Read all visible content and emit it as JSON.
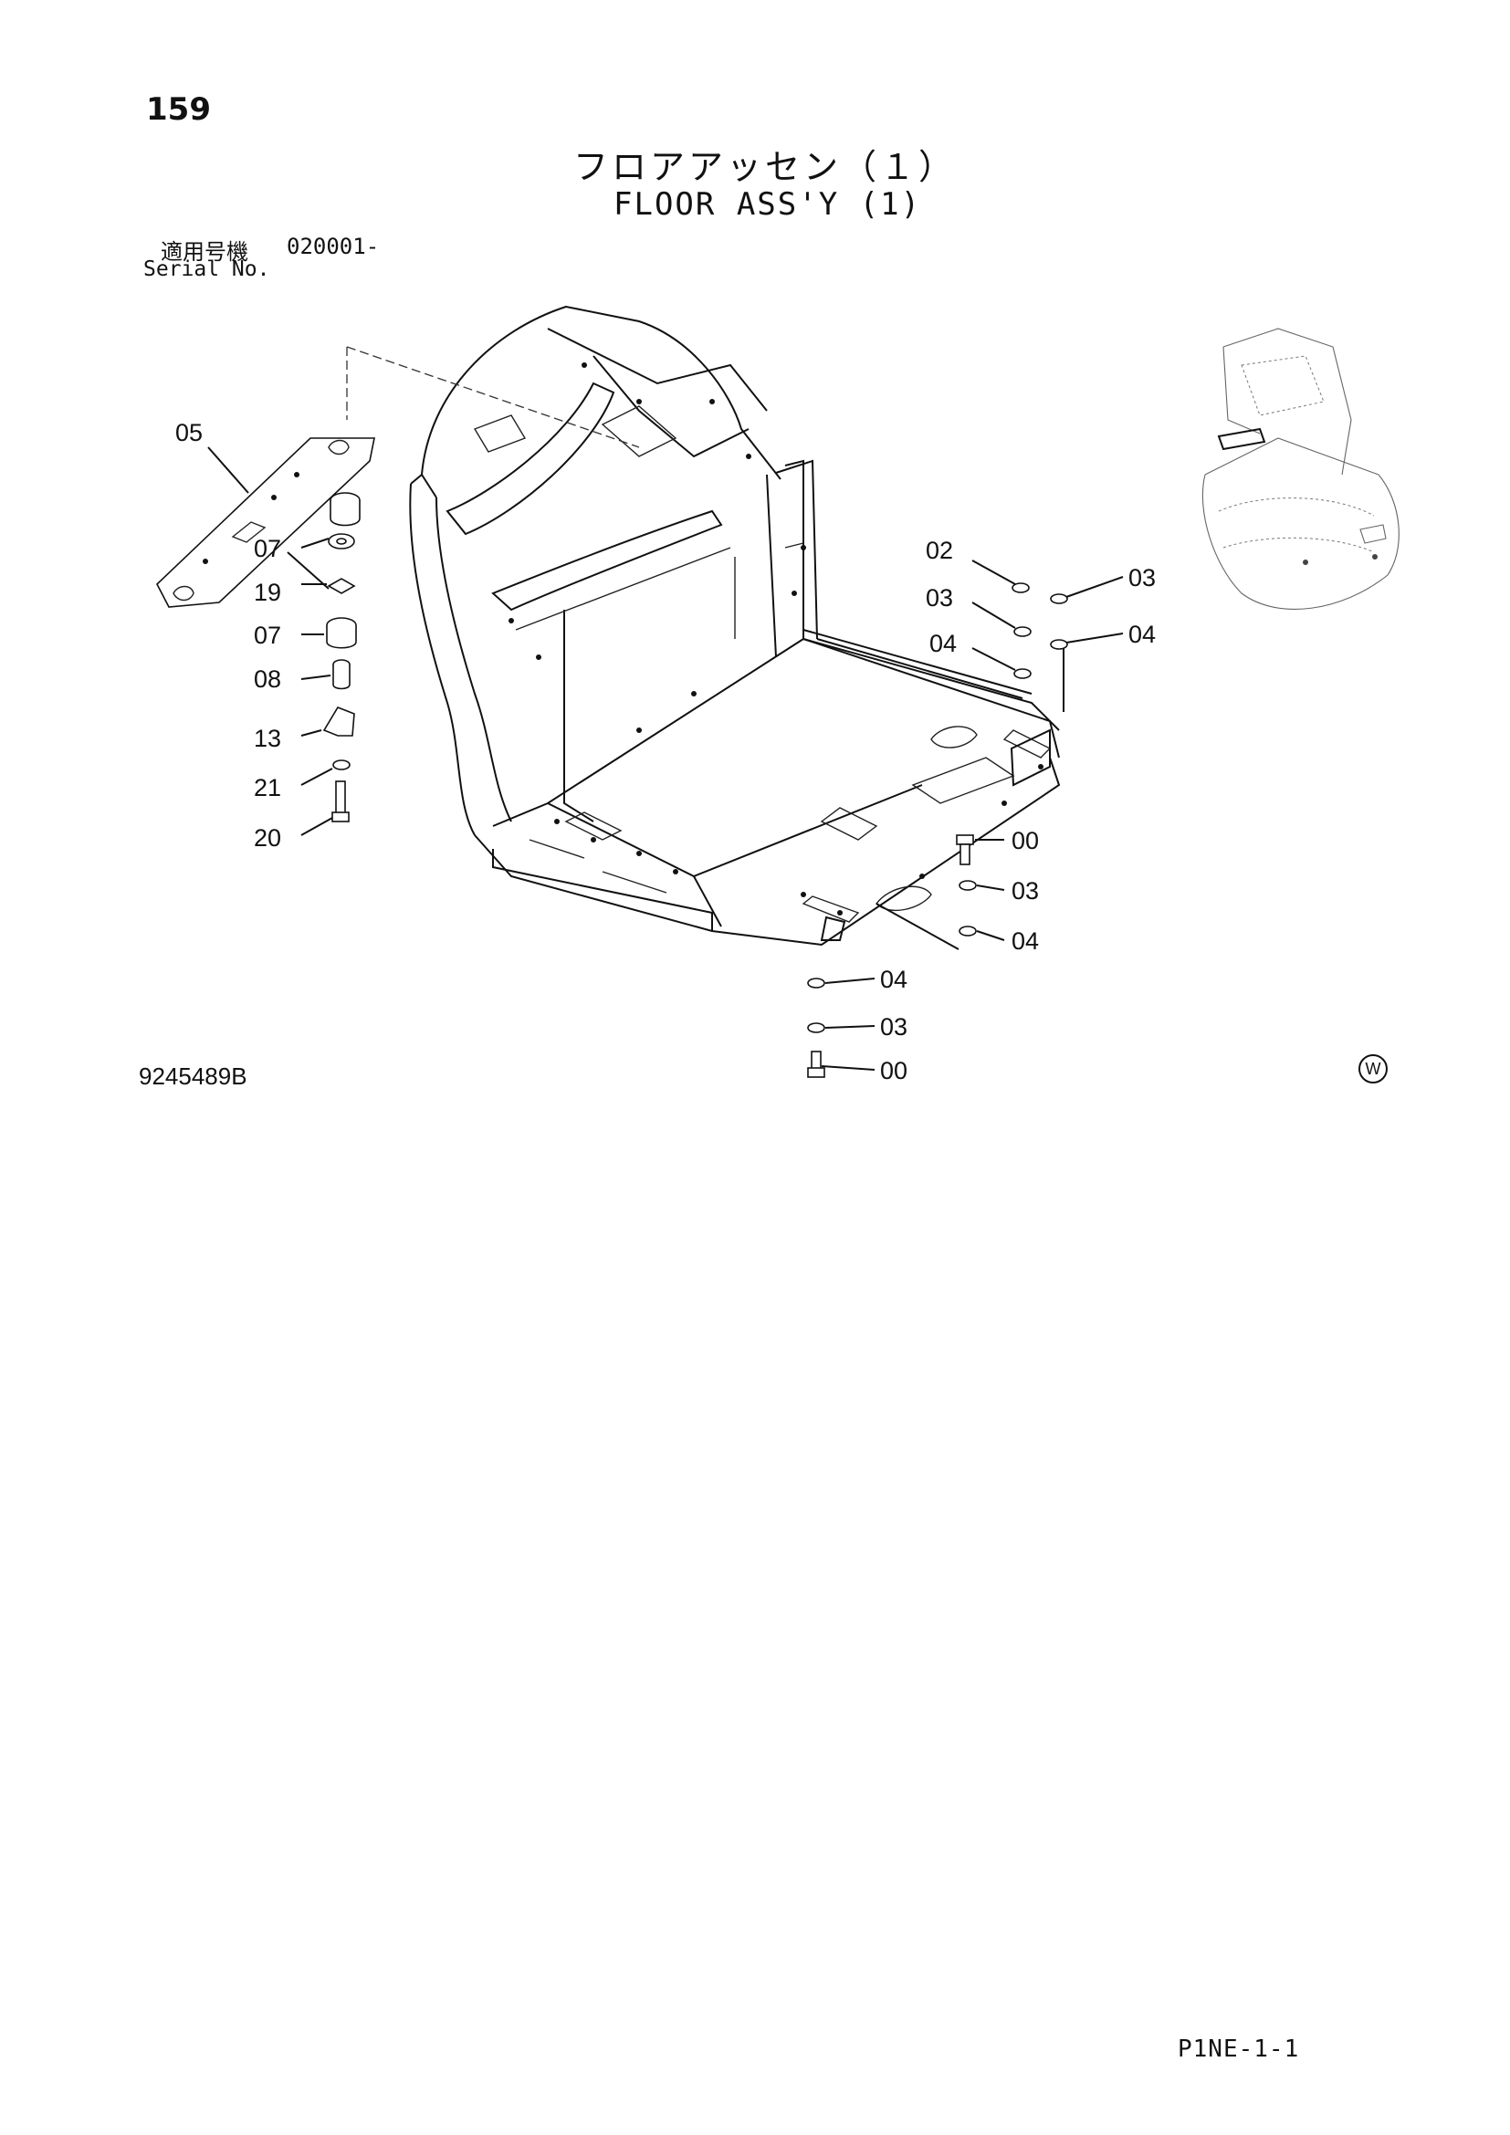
{
  "page_number": "159",
  "title_jp": "フロアアッセン（１）",
  "title_en": "FLOOR ASS'Y (1)",
  "serial": {
    "label_jp": "適用号機",
    "value": "020001-",
    "label_en": "Serial No."
  },
  "drawing_number": "9245489B",
  "w_mark": "W",
  "footer_ref": "P1NE-1-1",
  "callouts": [
    {
      "id": "c05",
      "text": "05"
    },
    {
      "id": "c07a",
      "text": "07"
    },
    {
      "id": "c19",
      "text": "19"
    },
    {
      "id": "c07b",
      "text": "07"
    },
    {
      "id": "c08",
      "text": "08"
    },
    {
      "id": "c13",
      "text": "13"
    },
    {
      "id": "c21",
      "text": "21"
    },
    {
      "id": "c20",
      "text": "20"
    },
    {
      "id": "c02",
      "text": "02"
    },
    {
      "id": "c03a",
      "text": "03"
    },
    {
      "id": "c03b",
      "text": "03"
    },
    {
      "id": "c04a",
      "text": "04"
    },
    {
      "id": "c04b",
      "text": "04"
    },
    {
      "id": "c00a",
      "text": "00"
    },
    {
      "id": "c03c",
      "text": "03"
    },
    {
      "id": "c04c",
      "text": "04"
    },
    {
      "id": "c04d",
      "text": "04"
    },
    {
      "id": "c03d",
      "text": "03"
    },
    {
      "id": "c00b",
      "text": "00"
    }
  ]
}
